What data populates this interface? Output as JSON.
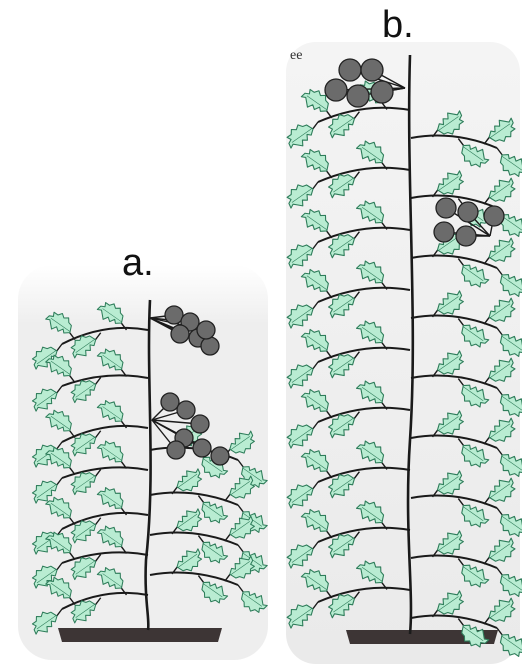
{
  "labels": {
    "a": "a.",
    "b": "b."
  },
  "scan_text": "ee",
  "colors": {
    "leaf_fill": "#b9ecd2",
    "leaf_stroke": "#2e7d5a",
    "stem": "#1a1a1a",
    "fruit": "#6b6b6b",
    "soil": "#3d3535",
    "panel_bg": "#ededed"
  }
}
